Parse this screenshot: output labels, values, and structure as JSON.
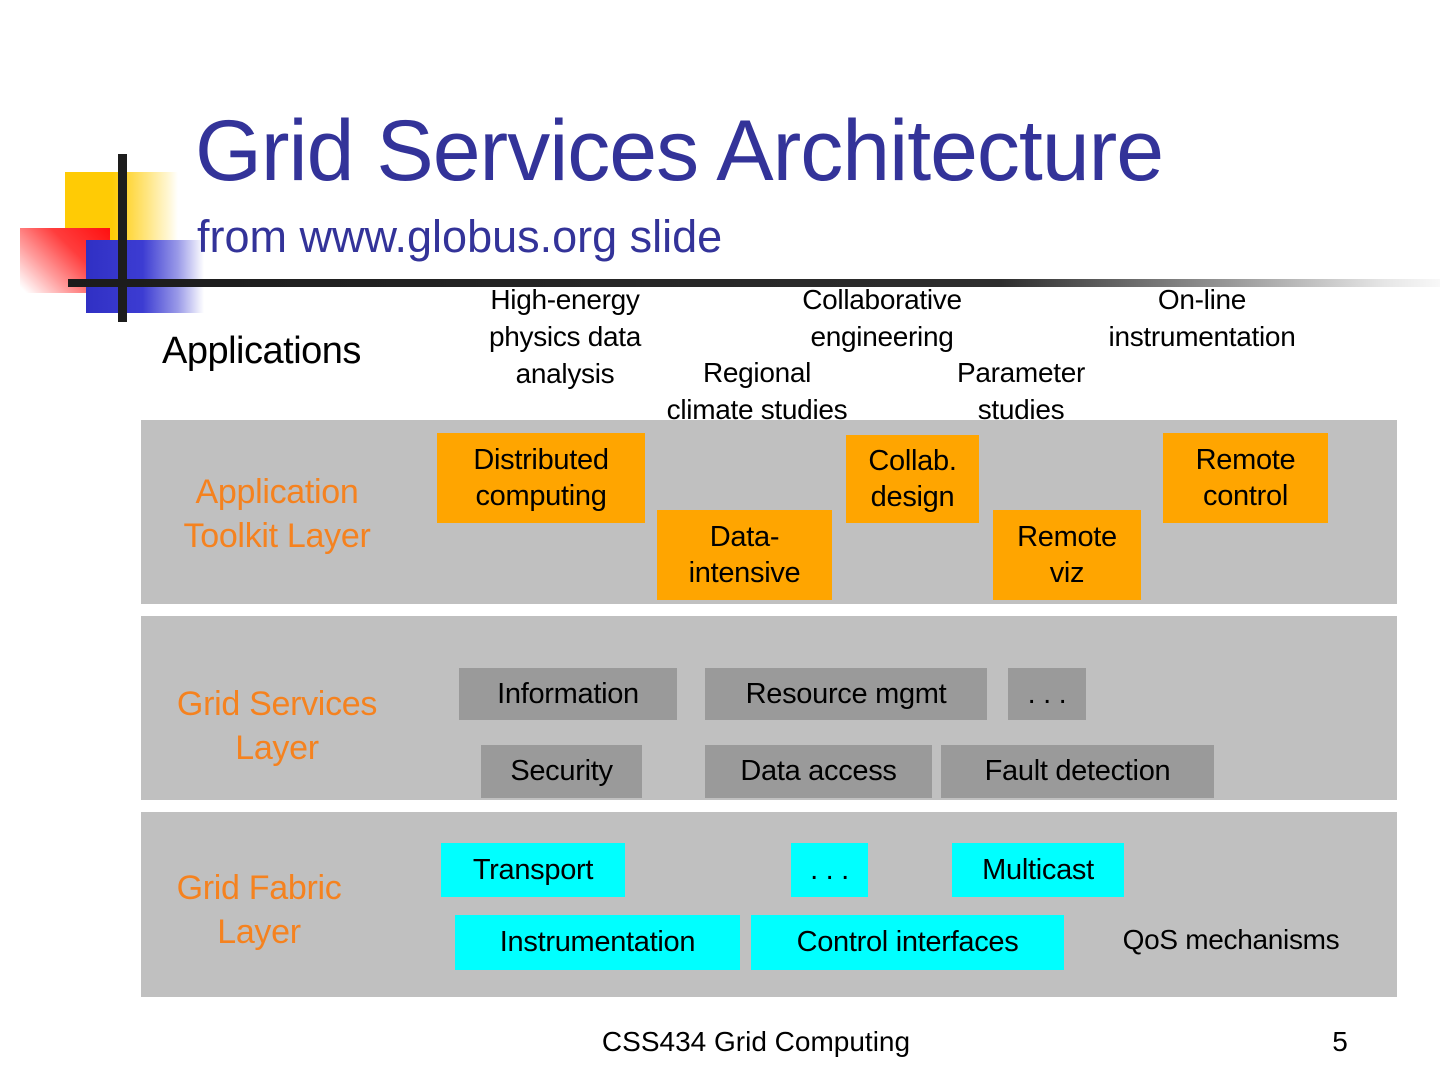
{
  "title": "Grid Services Architecture",
  "subtitle": "from www.globus.org slide",
  "applications": {
    "label": "Applications",
    "high_energy": "High-energy\nphysics data\nanalysis",
    "regional": "Regional\nclimate studies",
    "collaborative": "Collaborative\nengineering",
    "parameter": "Parameter\nstudies",
    "online": "On-line\ninstrumentation"
  },
  "toolkit_layer": {
    "label": "Application\nToolkit Layer",
    "distributed": "Distributed computing",
    "data_intensive": "Data-intensive",
    "collab_design": "Collab. design",
    "remote_viz": "Remote viz",
    "remote_control": "Remote control"
  },
  "services_layer": {
    "label": "Grid Services\nLayer",
    "information": "Information",
    "resource_mgmt": "Resource mgmt",
    "dots": ". . .",
    "security": "Security",
    "data_access": "Data access",
    "fault_detection": "Fault detection"
  },
  "fabric_layer": {
    "label": "Grid Fabric\nLayer",
    "transport": "Transport",
    "dots": ". . .",
    "multicast": "Multicast",
    "instrumentation": "Instrumentation",
    "control_interfaces": "Control interfaces",
    "qos": "QoS mechanisms"
  },
  "footer": {
    "course": "CSS434 Grid Computing",
    "page": "5"
  },
  "colors": {
    "title_blue": "#333399",
    "label_orange": "#f5821f",
    "band_gray": "#c0c0c0",
    "box_gray": "#9a9a9a",
    "box_orange": "#ffa500",
    "box_cyan": "#00ffff"
  }
}
